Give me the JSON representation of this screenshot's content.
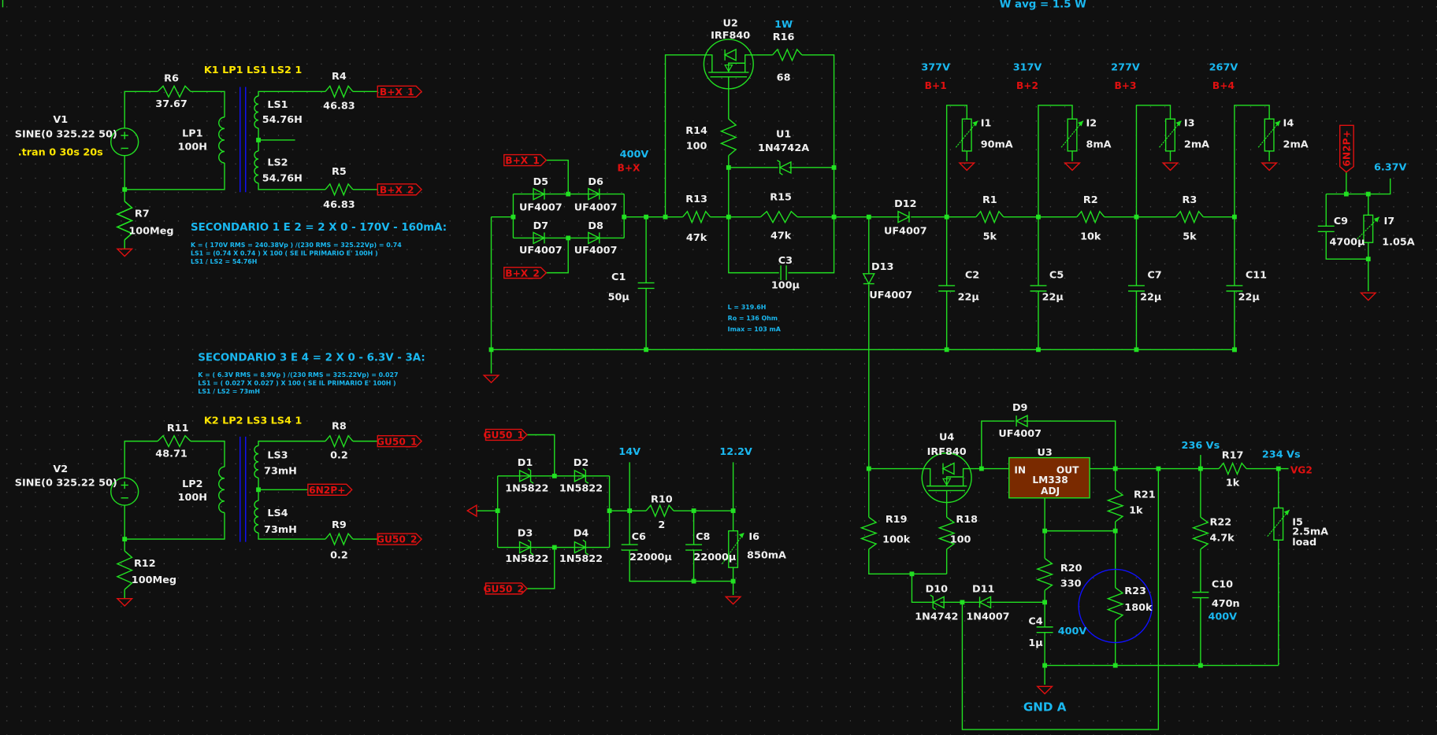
{
  "colors": {
    "wire": "#22e022",
    "component_text": "#f0f0f0",
    "probe_text": "#1ab8f0",
    "directive_text": "#ffe600",
    "net_label": "#e01010",
    "regulator_fill": "#7a2a00",
    "highlight_circle": "#1010ff",
    "background": "#101010"
  },
  "header_note": "W avg =  1.5 W",
  "directives": {
    "k1": "K1 LP1 LS1 LS2 1",
    "k2": "K2 LP2 LS3 LS4 1",
    "tran": ".tran 0 30s 20s"
  },
  "notes": {
    "sec12_title": "SECONDARIO 1 E 2 = 2 X  0 - 170V - 160mA:",
    "sec12_l1": "K = ( 170V RMS = 240.38Vp ) /(230 RMS = 325.22Vp) = 0.74",
    "sec12_l2": "LS1 = (0.74 X 0.74 ) X 100 ( SE IL PRIMARIO E' 100H )",
    "sec12_l3": "LS1 / LS2 = 54.76H",
    "sec34_title": "SECONDARIO 3 E 4 = 2 X  0 - 6.3V - 3A:",
    "sec34_l1": "K = ( 6.3V RMS = 8.9Vp ) /(230 RMS = 325.22Vp) = 0.027",
    "sec34_l2": "LS1 = ( 0.027  X 0.027 ) X 100 ( SE IL PRIMARIO E' 100H )",
    "sec34_l3": "LS1 / LS2 = 73mH",
    "choke_l1": "L = 319.6H",
    "choke_l2": "Ro = 136 Ohm",
    "choke_l3": "Imax  =  103 mA"
  },
  "components": {
    "V1": {
      "ref": "V1",
      "value": "SINE(0 325.22 50)"
    },
    "V2": {
      "ref": "V2",
      "value": "SINE(0 325.22 50)"
    },
    "R6": {
      "ref": "R6",
      "value": "37.67"
    },
    "R4": {
      "ref": "R4",
      "value": "46.83"
    },
    "R5": {
      "ref": "R5",
      "value": "46.83"
    },
    "R7": {
      "ref": "R7",
      "value": "100Meg"
    },
    "LP1": {
      "ref": "LP1",
      "value": "100H"
    },
    "LS1": {
      "ref": "LS1",
      "value": "54.76H"
    },
    "LS2": {
      "ref": "LS2",
      "value": "54.76H"
    },
    "R11": {
      "ref": "R11",
      "value": "48.71"
    },
    "R8": {
      "ref": "R8",
      "value": "0.2"
    },
    "R9": {
      "ref": "R9",
      "value": "0.2"
    },
    "R12": {
      "ref": "R12",
      "value": "100Meg"
    },
    "LP2": {
      "ref": "LP2",
      "value": "100H"
    },
    "LS3": {
      "ref": "LS3",
      "value": "73mH"
    },
    "LS4": {
      "ref": "LS4",
      "value": "73mH"
    },
    "D5": {
      "ref": "D5",
      "value": "UF4007"
    },
    "D6": {
      "ref": "D6",
      "value": "UF4007"
    },
    "D7": {
      "ref": "D7",
      "value": "UF4007"
    },
    "D8": {
      "ref": "D8",
      "value": "UF4007"
    },
    "C1": {
      "ref": "C1",
      "value": "50µ"
    },
    "U2": {
      "ref": "U2",
      "value": "IRF840"
    },
    "R16": {
      "ref": "R16",
      "value": "68",
      "power": "1W"
    },
    "R14": {
      "ref": "R14",
      "value": "100"
    },
    "U1": {
      "ref": "U1",
      "value": "1N4742A"
    },
    "R13": {
      "ref": "R13",
      "value": "47k"
    },
    "R15": {
      "ref": "R15",
      "value": "47k"
    },
    "C3": {
      "ref": "C3",
      "value": "100µ"
    },
    "D12": {
      "ref": "D12",
      "value": "UF4007"
    },
    "D13": {
      "ref": "D13",
      "value": "UF4007"
    },
    "R1": {
      "ref": "R1",
      "value": "5k"
    },
    "R2": {
      "ref": "R2",
      "value": "10k"
    },
    "R3": {
      "ref": "R3",
      "value": "5k"
    },
    "C2": {
      "ref": "C2",
      "value": "22µ"
    },
    "C5": {
      "ref": "C5",
      "value": "22µ"
    },
    "C7": {
      "ref": "C7",
      "value": "22µ"
    },
    "C11": {
      "ref": "C11",
      "value": "22µ"
    },
    "I1": {
      "ref": "I1",
      "value": "90mA"
    },
    "I2": {
      "ref": "I2",
      "value": "8mA"
    },
    "I3": {
      "ref": "I3",
      "value": "2mA"
    },
    "I4": {
      "ref": "I4",
      "value": "2mA"
    },
    "C9": {
      "ref": "C9",
      "value": "4700µ"
    },
    "I7": {
      "ref": "I7",
      "value": "1.05A"
    },
    "D1": {
      "ref": "D1",
      "value": "1N5822"
    },
    "D2": {
      "ref": "D2",
      "value": "1N5822"
    },
    "D3": {
      "ref": "D3",
      "value": "1N5822"
    },
    "D4": {
      "ref": "D4",
      "value": "1N5822"
    },
    "R10": {
      "ref": "R10",
      "value": "2"
    },
    "C6": {
      "ref": "C6",
      "value": "22000µ"
    },
    "C8": {
      "ref": "C8",
      "value": "22000µ"
    },
    "I6": {
      "ref": "I6",
      "value": "850mA"
    },
    "U4": {
      "ref": "U4",
      "value": "IRF840"
    },
    "D9": {
      "ref": "D9",
      "value": "UF4007"
    },
    "U3": {
      "ref": "U3",
      "value": "LM338",
      "pin_in": "IN",
      "pin_out": "OUT",
      "pin_adj": "ADJ"
    },
    "R21": {
      "ref": "R21",
      "value": "1k"
    },
    "R19": {
      "ref": "R19",
      "value": "100k"
    },
    "R18": {
      "ref": "R18",
      "value": "100"
    },
    "R20": {
      "ref": "R20",
      "value": "330"
    },
    "D10": {
      "ref": "D10",
      "value": "1N4742"
    },
    "D11": {
      "ref": "D11",
      "value": "1N4007"
    },
    "C4": {
      "ref": "C4",
      "value": "1µ"
    },
    "R23": {
      "ref": "R23",
      "value": "180k"
    },
    "C10": {
      "ref": "C10",
      "value": "470n"
    },
    "R22": {
      "ref": "R22",
      "value": "4.7k"
    },
    "R17": {
      "ref": "R17",
      "value": "1k"
    },
    "I5": {
      "ref": "I5",
      "value": "2.5mA",
      "note": "load"
    }
  },
  "net_labels": {
    "bx1": "B+X_1",
    "bx2": "B+X_2",
    "bx": "B+X",
    "b1": "B+1",
    "b2": "B+2",
    "b3": "B+3",
    "b4": "B+4",
    "gu1": "GU50_1",
    "gu2": "GU50_2",
    "heater": "6N2P+",
    "vg2": "VG2"
  },
  "probes": {
    "v377": "377V",
    "v317": "317V",
    "v277": "277V",
    "v267": "267V",
    "v400_bx": "400V",
    "v637": "6.37V",
    "v14": "14V",
    "v122": "12.2V",
    "v236": "236 Vs",
    "v234": "234 Vs",
    "v400_c4": "400V",
    "v400_c10": "400V",
    "gnd_a": "GND A"
  }
}
